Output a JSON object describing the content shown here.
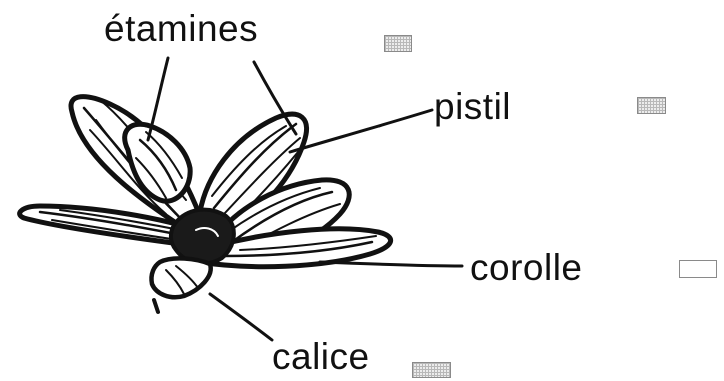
{
  "labels": {
    "etamines": "étamines",
    "pistil": "pistil",
    "corolle": "corolle",
    "calice": "calice"
  },
  "colors": {
    "ink": "#111111",
    "box_border": "#8a8a8a",
    "box_fill": "#ececec"
  }
}
